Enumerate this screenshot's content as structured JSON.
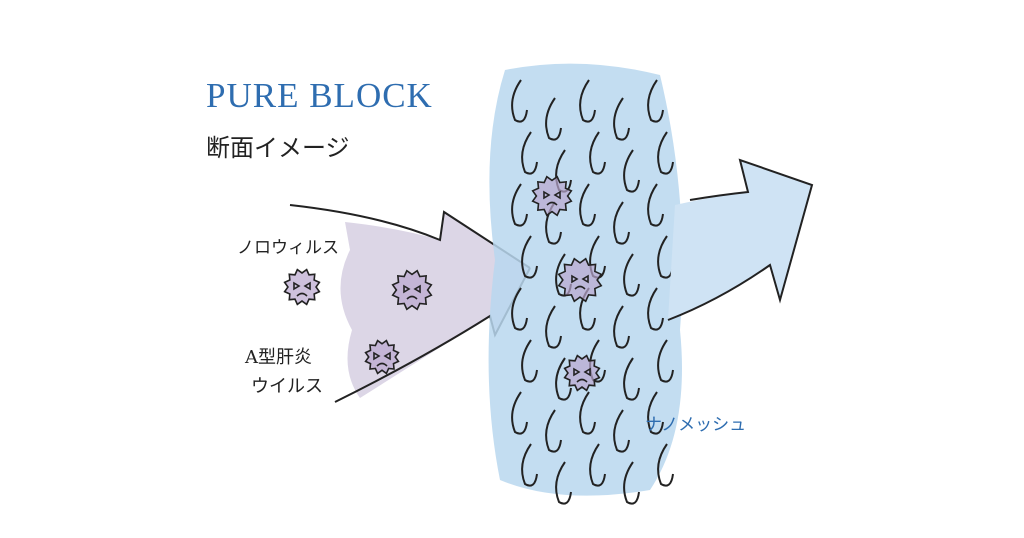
{
  "title": "PURE BLOCK",
  "subtitle": "断面イメージ",
  "labels": {
    "norovirus": "ノロウィルス",
    "hepatitis_a_line1": "A型肝炎",
    "hepatitis_a_line2": "ウイルス",
    "nanomesh": "ナノメッシュ"
  },
  "colors": {
    "accent": "#2e6db0",
    "arrow_in": "#dcd6e6",
    "mesh": "#b9d7ef",
    "arrow_out": "#cfe3f4",
    "virus": "#b9a6cf"
  }
}
